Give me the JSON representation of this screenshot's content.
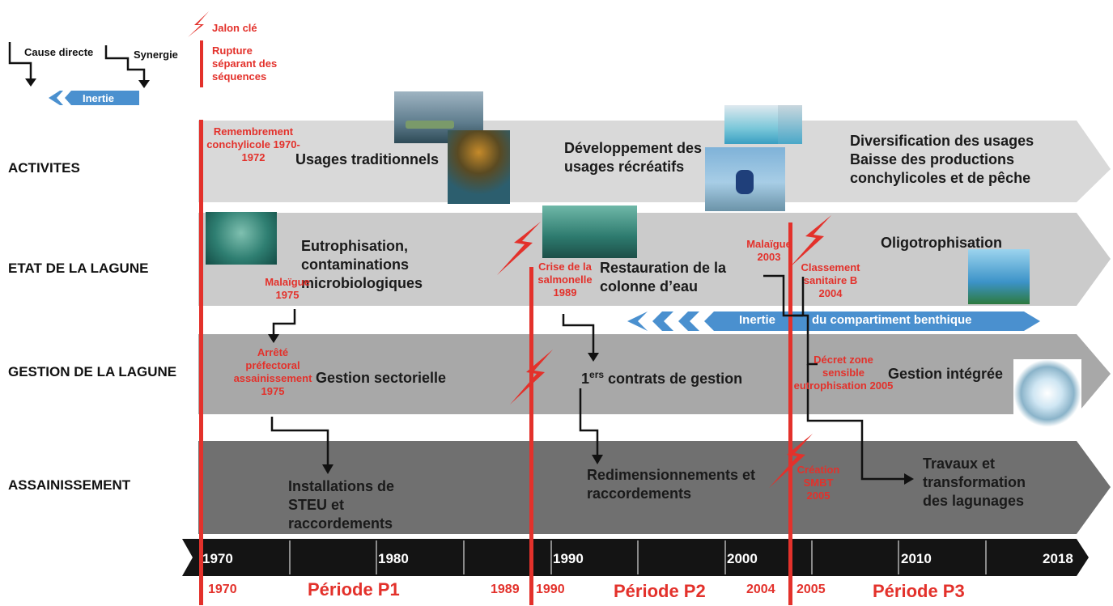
{
  "legend": {
    "direct_cause": "Cause directe",
    "synergy": "Synergie",
    "inertia": "Inertie",
    "key_milestone": "Jalon clé",
    "rupture": "Rupture séparant des séquences"
  },
  "lanes": {
    "activites": "ACTIVITES",
    "etat": "ETAT DE LA LAGUNE",
    "gestion": "GESTION DE LA LAGUNE",
    "assainissement": "ASSAINISSEMENT"
  },
  "activites": {
    "remembrement": "Remembrement conchylicole 1970-1972",
    "usages_traditionnels": "Usages traditionnels",
    "developpement": "Développement des usages récréatifs",
    "diversification": "Diversification des usages Baisse des productions conchylicoles et de pêche"
  },
  "etat": {
    "eutrophisation": "Eutrophisation, contaminations microbiologiques",
    "malaigue_1975": "Malaïgue 1975",
    "crise_salmonelle": "Crise de la salmonelle 1989",
    "restauration": "Restauration de la colonne d’eau",
    "malaigue_2003": "Malaïgue 2003",
    "classement": "Classement sanitaire B 2004",
    "oligotrophisation": "Oligotrophisation",
    "inertie_benthique_1": "Inertie",
    "inertie_benthique_2": "du compartiment benthique"
  },
  "gestion": {
    "arrete": "Arrêté préfectoral assainissement 1975",
    "sectorielle": "Gestion sectorielle",
    "contrats_num": "1",
    "contrats_sup": "ers",
    "contrats_txt": " contrats de gestion",
    "decret": "Décret zone sensible eutrophisation 2005",
    "integree": "Gestion intégrée"
  },
  "assainissement": {
    "installations": "Installations de STEU et raccordements",
    "redimensionnements": "Redimensionnements et raccordements",
    "creation": "Création SMBT 2005",
    "travaux": "Travaux et transformation des lagunages"
  },
  "timeline": {
    "years": [
      "1970",
      "1980",
      "1990",
      "2000",
      "2010",
      "2018"
    ]
  },
  "periods": {
    "y1970": "1970",
    "p1": "Période P1",
    "y1989": "1989",
    "y1990": "1990",
    "p2": "Période P2",
    "y2004": "2004",
    "y2005": "2005",
    "p3": "Période P3"
  },
  "colors": {
    "red": "#e3312b",
    "blue": "#4a90cf",
    "lane_light": "#d9d9d9",
    "lane_mid": "#c4c4c4",
    "lane_dark": "#a6a6a6",
    "lane_darkest": "#6f6f6f",
    "timeline": "#141414"
  }
}
